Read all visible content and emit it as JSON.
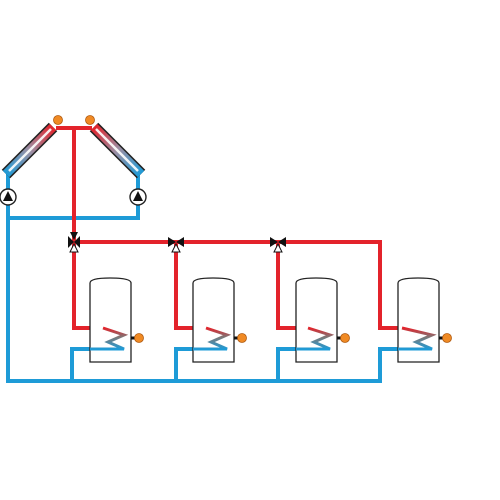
{
  "colors": {
    "hot_pipe": "#e3232b",
    "cold_pipe": "#1e9bd7",
    "sensor": "#f08a24",
    "outline": "#222222",
    "coil_grey": "#7a7a7a"
  },
  "components": {
    "collectors": [
      "solar-collector-left",
      "solar-collector-right"
    ],
    "pumps": [
      "circulation-pump-left",
      "circulation-pump-right"
    ],
    "valves": [
      "three-way-valve-1",
      "three-way-valve-2",
      "three-way-valve-3"
    ],
    "storage_tanks": [
      "storage-tank-1",
      "storage-tank-2",
      "storage-tank-3",
      "storage-tank-4"
    ],
    "icons": [
      "pump-icon",
      "valve-icon",
      "temperature-sensor-icon",
      "heat-exchanger-coil-icon"
    ]
  }
}
